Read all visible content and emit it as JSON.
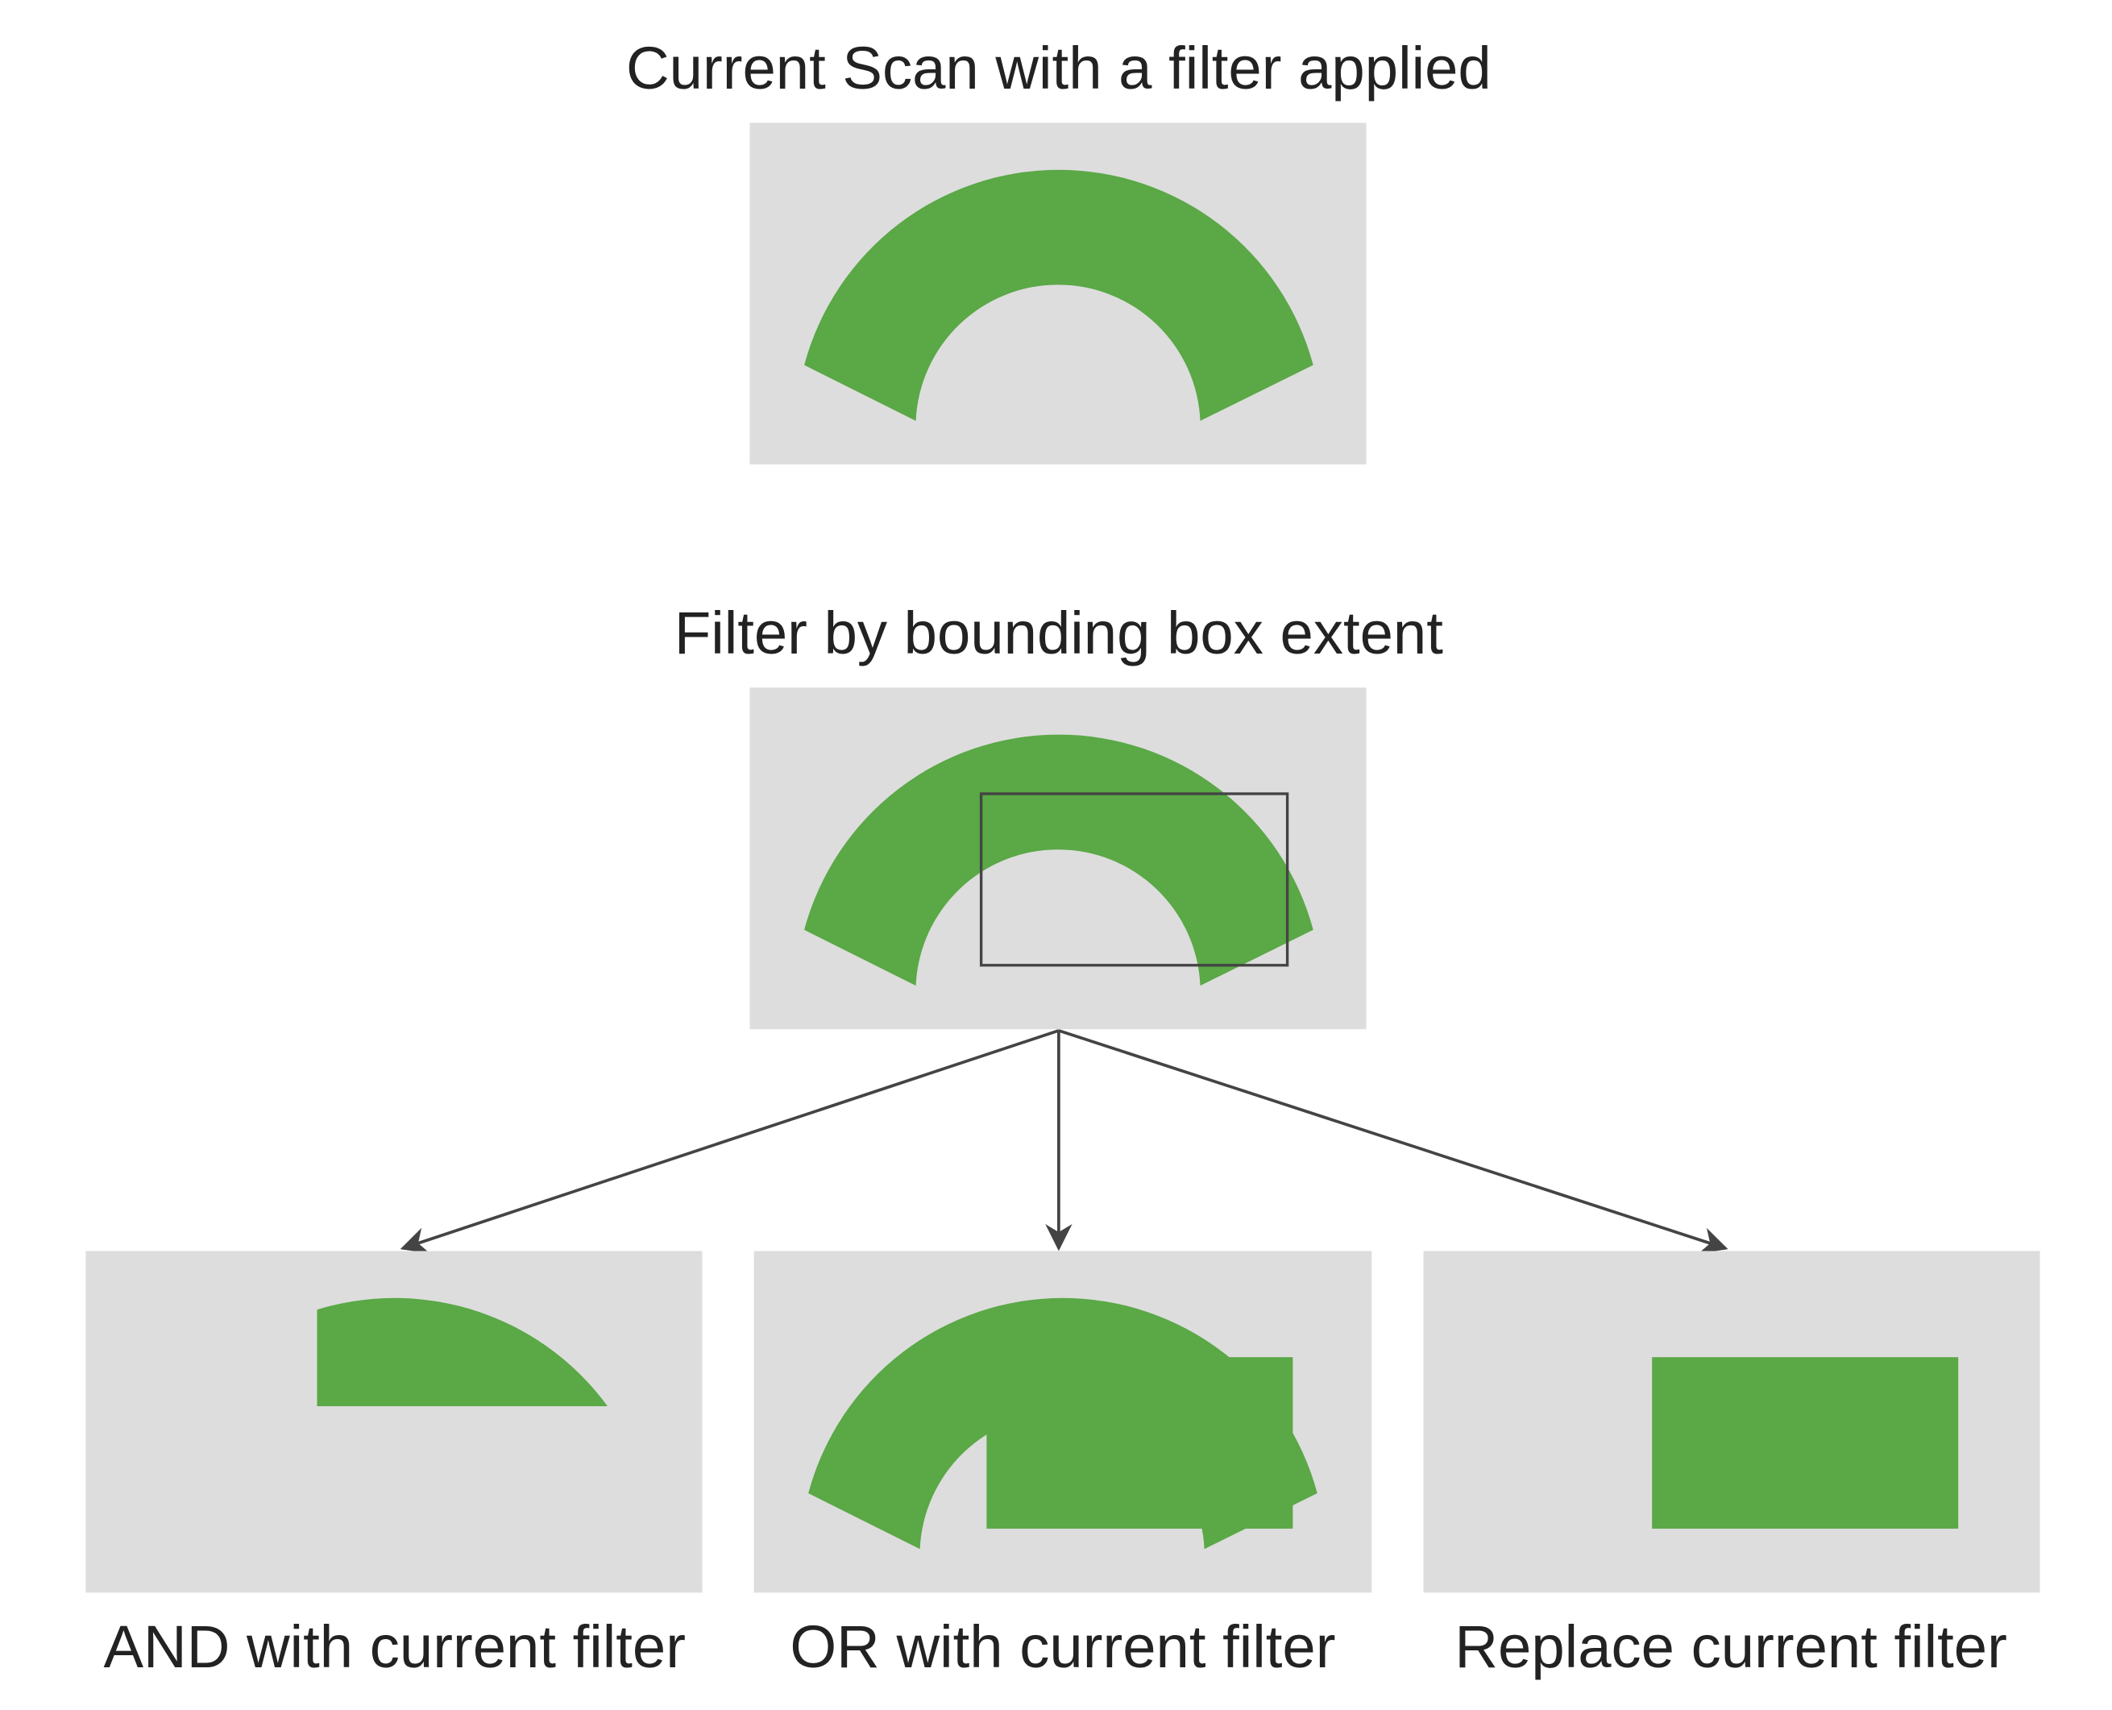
{
  "colors": {
    "panel": "#dddddd",
    "shape": "#5aa846",
    "line": "#444444",
    "text": "#222222"
  },
  "top": {
    "title": "Current Scan with a filter applied"
  },
  "middle": {
    "title": "Filter by bounding box extent"
  },
  "results": [
    {
      "label": "AND with current filter"
    },
    {
      "label": "OR with current filter"
    },
    {
      "label": "Replace current filter"
    }
  ]
}
